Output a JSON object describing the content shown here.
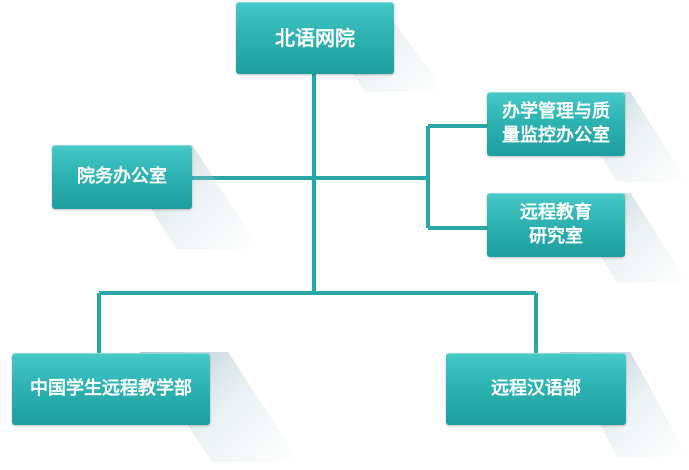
{
  "org": {
    "root": "北语网院",
    "office": "院务办公室",
    "quality_office_line1": "办学管理与质",
    "quality_office_line2": "量监控办公室",
    "research_line1": "远程教育",
    "research_line2": "研究室",
    "china_students": "中国学生远程教学部",
    "chinese_dept": "远程汉语部"
  },
  "colors": {
    "box": "#2eb3b3",
    "line": "#2aa8a8",
    "text": "#ffffff"
  }
}
